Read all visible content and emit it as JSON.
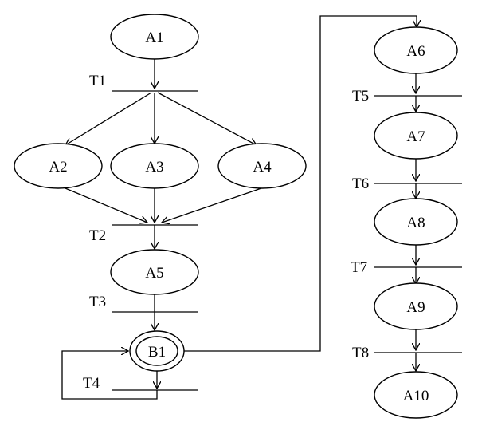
{
  "diagram": {
    "places": [
      {
        "id": "A1",
        "label": "A1"
      },
      {
        "id": "A2",
        "label": "A2"
      },
      {
        "id": "A3",
        "label": "A3"
      },
      {
        "id": "A4",
        "label": "A4"
      },
      {
        "id": "A5",
        "label": "A5"
      },
      {
        "id": "B1",
        "label": "B1"
      },
      {
        "id": "A6",
        "label": "A6"
      },
      {
        "id": "A7",
        "label": "A7"
      },
      {
        "id": "A8",
        "label": "A8"
      },
      {
        "id": "A9",
        "label": "A9"
      },
      {
        "id": "A10",
        "label": "A10"
      }
    ],
    "transitions": [
      {
        "id": "T1",
        "label": "T1"
      },
      {
        "id": "T2",
        "label": "T2"
      },
      {
        "id": "T3",
        "label": "T3"
      },
      {
        "id": "T4",
        "label": "T4"
      },
      {
        "id": "T5",
        "label": "T5"
      },
      {
        "id": "T6",
        "label": "T6"
      },
      {
        "id": "T7",
        "label": "T7"
      },
      {
        "id": "T8",
        "label": "T8"
      }
    ],
    "connections": [
      {
        "from": "A1",
        "to": "T1"
      },
      {
        "from": "T1",
        "to": "A2"
      },
      {
        "from": "T1",
        "to": "A3"
      },
      {
        "from": "T1",
        "to": "A4"
      },
      {
        "from": "A2",
        "to": "T2"
      },
      {
        "from": "A3",
        "to": "T2"
      },
      {
        "from": "A4",
        "to": "T2"
      },
      {
        "from": "T2",
        "to": "A5"
      },
      {
        "from": "A5",
        "to": "T3"
      },
      {
        "from": "T3",
        "to": "B1"
      },
      {
        "from": "B1",
        "to": "T4"
      },
      {
        "from": "T4",
        "to": "B1"
      },
      {
        "from": "B1",
        "to": "A6"
      },
      {
        "from": "A6",
        "to": "T5"
      },
      {
        "from": "T5",
        "to": "A7"
      },
      {
        "from": "A7",
        "to": "T6"
      },
      {
        "from": "T6",
        "to": "A8"
      },
      {
        "from": "A8",
        "to": "T7"
      },
      {
        "from": "T7",
        "to": "A9"
      },
      {
        "from": "A9",
        "to": "T8"
      },
      {
        "from": "T8",
        "to": "A10"
      }
    ]
  }
}
